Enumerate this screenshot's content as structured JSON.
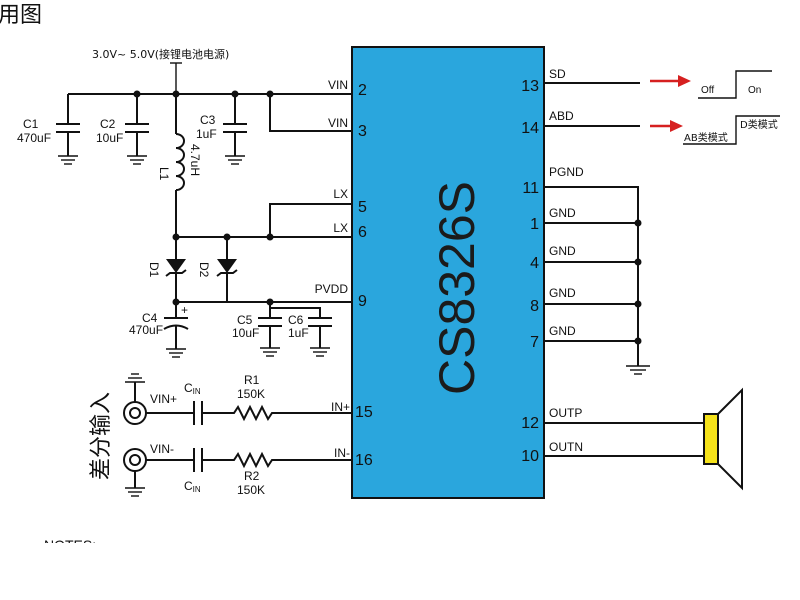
{
  "page": {
    "header_fragment": "用图",
    "footer_fragment": "NOTES:"
  },
  "colors": {
    "chip_fill": "#2aa6dd",
    "arrow": "#d62020",
    "speaker_coil": "#f5e21a",
    "wire": "#111111"
  },
  "supply": {
    "label": "3.0V~ 5.0V(接锂电池电源)"
  },
  "chip": {
    "name": "CS8326S",
    "left_pins": [
      {
        "name": "VIN",
        "number": "2"
      },
      {
        "name": "VIN",
        "number": "3"
      },
      {
        "name": "LX",
        "number": "5"
      },
      {
        "name": "LX",
        "number": "6"
      },
      {
        "name": "PVDD",
        "number": "9"
      },
      {
        "name": "IN+",
        "number": "15"
      },
      {
        "name": "IN-",
        "number": "16"
      }
    ],
    "right_pins": [
      {
        "name": "SD",
        "number": "13"
      },
      {
        "name": "ABD",
        "number": "14"
      },
      {
        "name": "PGND",
        "number": "11"
      },
      {
        "name": "GND",
        "number": "1"
      },
      {
        "name": "GND",
        "number": "4"
      },
      {
        "name": "GND",
        "number": "8"
      },
      {
        "name": "GND",
        "number": "7"
      },
      {
        "name": "OUTP",
        "number": "12"
      },
      {
        "name": "OUTN",
        "number": "10"
      }
    ]
  },
  "components": {
    "c1": {
      "ref": "C1",
      "value": "470uF"
    },
    "c2": {
      "ref": "C2",
      "value": "10uF"
    },
    "c3": {
      "ref": "C3",
      "value": "1uF"
    },
    "l1": {
      "ref": "L1",
      "value": "4.7uH"
    },
    "d1": {
      "ref": "D1"
    },
    "d2": {
      "ref": "D2"
    },
    "c4": {
      "ref": "C4",
      "value": "470uF",
      "polarity": "+"
    },
    "c5": {
      "ref": "C5",
      "value": "10uF"
    },
    "c6": {
      "ref": "C6",
      "value": "1uF"
    },
    "cin_main": "C",
    "cin_sub": "IN",
    "r1": {
      "ref": "R1",
      "value": "150K"
    },
    "r2": {
      "ref": "R2",
      "value": "150K"
    }
  },
  "inputs": {
    "group_label": "差分输入",
    "vin_plus": "VIN+",
    "vin_minus": "VIN-"
  },
  "sd_control": {
    "off": "Off",
    "on": "On"
  },
  "abd_control": {
    "ab_mode": "AB类模式",
    "d_mode": "D类模式"
  }
}
